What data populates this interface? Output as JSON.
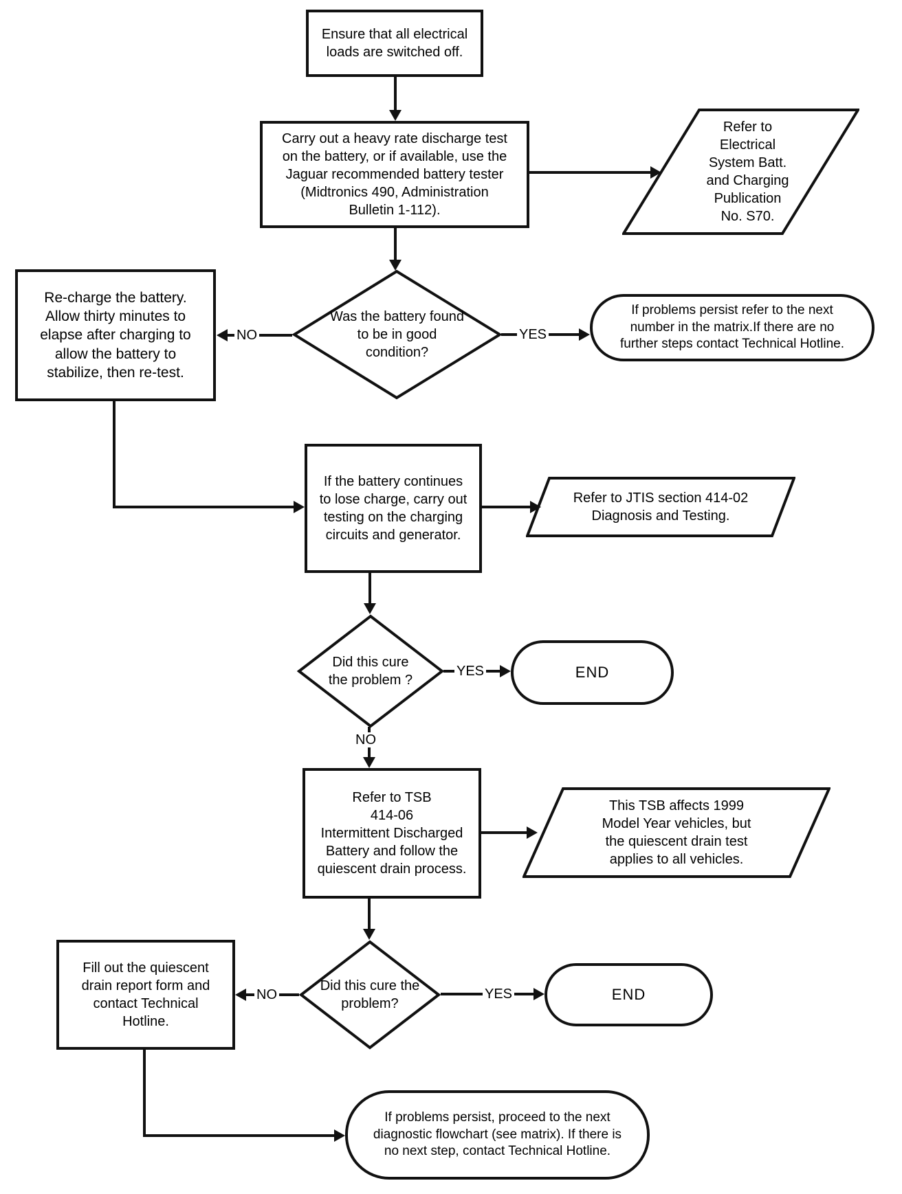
{
  "diagram": {
    "type": "flowchart",
    "topic": "Battery discharge diagnostic procedure",
    "nodes": {
      "ensure_loads_off": "Ensure that all electrical\nloads are switched off.",
      "heavy_rate_discharge_test": "Carry out a heavy rate discharge test\non the battery, or if available, use the\nJaguar recommended battery tester\n(Midtronics 490, Administration\nBulletin 1-112).",
      "refer_electrical_publication": "Refer to\nElectrical\nSystem Batt.\nand Charging\nPublication\nNo. S70.",
      "battery_good_condition": "Was the battery found\nto be in good\ncondition?",
      "recharge_battery": "Re-charge the battery.\nAllow thirty minutes to\nelapse after charging to\nallow the battery to\nstabilize, then re-test.",
      "problems_persist_matrix": "If problems persist refer to the next\nnumber in the matrix.If there are no\nfurther steps contact Technical Hotline.",
      "battery_loses_charge_test": "If the battery continues\nto lose charge, carry out\ntesting on the charging\ncircuits and generator.",
      "refer_jtis": "Refer to JTIS section 414-02\nDiagnosis and Testing.",
      "did_cure_problem_1": "Did this cure\nthe problem ?",
      "end_1": "END",
      "refer_tsb": "Refer to TSB\n414-06\nIntermittent Discharged\nBattery and follow the\nquiescent drain process.",
      "tsb_note": "This TSB affects 1999\nModel Year vehicles, but\nthe quiescent drain test\napplies to all vehicles.",
      "did_cure_problem_2": "Did this cure the\nproblem?",
      "fill_quiescent_report": "Fill out the quiescent\ndrain report form and\ncontact Technical\nHotline.",
      "end_2": "END",
      "problems_persist_next_flowchart": "If problems persist, proceed to the next\ndiagnostic flowchart (see matrix). If there is\nno next step, contact Technical Hotline."
    },
    "edges": [
      {
        "from": "ensure_loads_off",
        "to": "heavy_rate_discharge_test",
        "label": ""
      },
      {
        "from": "heavy_rate_discharge_test",
        "to": "refer_electrical_publication",
        "label": ""
      },
      {
        "from": "heavy_rate_discharge_test",
        "to": "battery_good_condition",
        "label": ""
      },
      {
        "from": "battery_good_condition",
        "to": "recharge_battery",
        "label": "NO"
      },
      {
        "from": "battery_good_condition",
        "to": "problems_persist_matrix",
        "label": "YES"
      },
      {
        "from": "recharge_battery",
        "to": "battery_loses_charge_test",
        "label": ""
      },
      {
        "from": "battery_loses_charge_test",
        "to": "refer_jtis",
        "label": ""
      },
      {
        "from": "battery_loses_charge_test",
        "to": "did_cure_problem_1",
        "label": ""
      },
      {
        "from": "did_cure_problem_1",
        "to": "end_1",
        "label": "YES"
      },
      {
        "from": "did_cure_problem_1",
        "to": "refer_tsb",
        "label": "NO"
      },
      {
        "from": "refer_tsb",
        "to": "tsb_note",
        "label": ""
      },
      {
        "from": "refer_tsb",
        "to": "did_cure_problem_2",
        "label": ""
      },
      {
        "from": "did_cure_problem_2",
        "to": "fill_quiescent_report",
        "label": "NO"
      },
      {
        "from": "did_cure_problem_2",
        "to": "end_2",
        "label": "YES"
      },
      {
        "from": "fill_quiescent_report",
        "to": "problems_persist_next_flowchart",
        "label": ""
      }
    ]
  }
}
